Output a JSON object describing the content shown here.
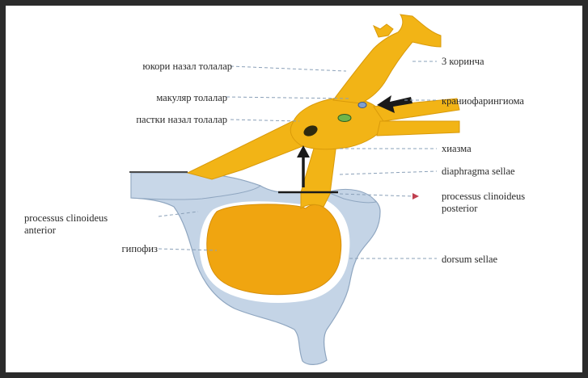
{
  "labels": {
    "superior_nasal_fibers": "юкори назал толалар",
    "macular_fibers": "макуляр толалар",
    "inferior_nasal_fibers": "пастки назал толалар",
    "third_ventricle": "3 коринча",
    "craniopharyngioma": "краниофарингиома",
    "chiasm": "хиазма",
    "diaphragma_sellae": "diaphragma sellae",
    "posterior_clinoid_line1": "processus clinoideus",
    "posterior_clinoid_line2": "posterior",
    "anterior_clinoid_line1": "processus clinoideus",
    "anterior_clinoid_line2": "anterior",
    "hypophysis": "гипофиз",
    "dorsum_sellae": "dorsum sellae"
  },
  "colors": {
    "optic_yellow": "#f2b416",
    "pituitary_orange": "#f0a510",
    "bone_blue": "#c4d4e6",
    "bone_edge": "#8fa6c0",
    "leader_line": "#8aa0b8",
    "frame": "#2b2b2b"
  }
}
